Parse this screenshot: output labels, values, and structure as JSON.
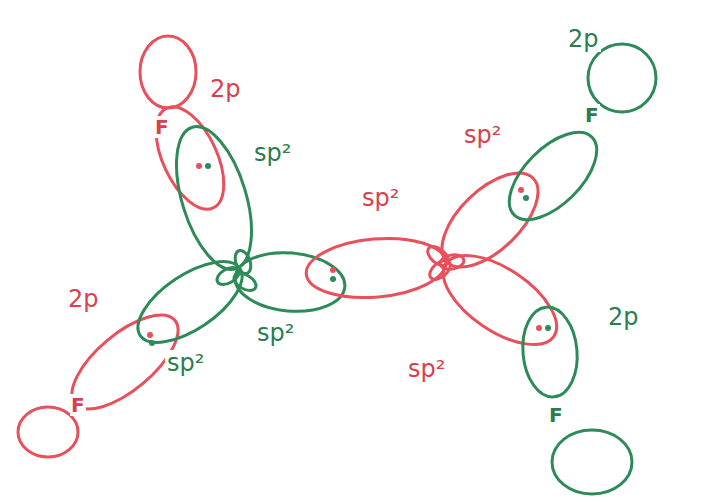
{
  "diagram": {
    "labels": [
      "2p",
      "sp²",
      "2p",
      "sp²",
      "sp²",
      "2p",
      "sp²",
      "sp²",
      "sp²",
      "2p",
      "F",
      "F",
      "F",
      "F"
    ]
  }
}
